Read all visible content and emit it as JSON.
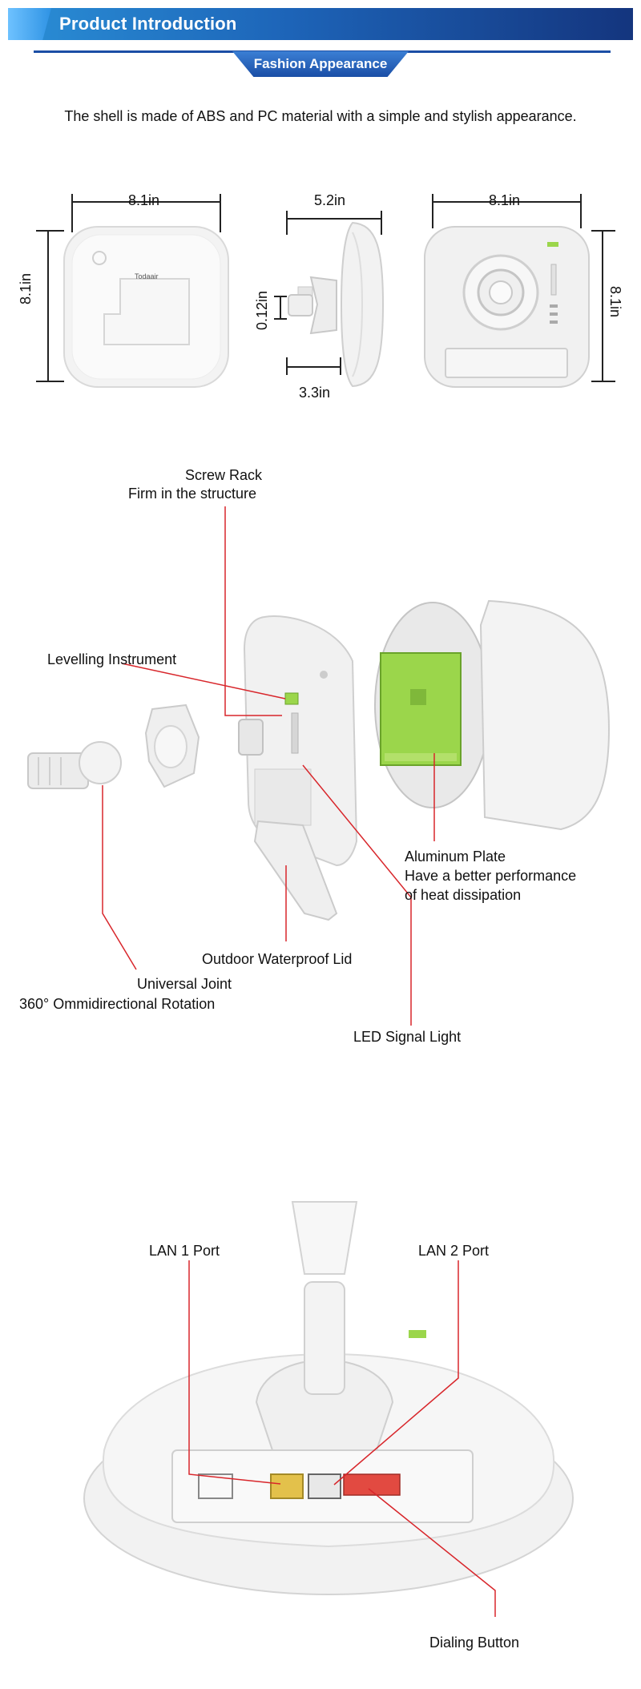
{
  "header": {
    "title": "Product Introduction",
    "subtitle": "Fashion Appearance"
  },
  "intro_text": "The shell is made of ABS and PC material with a simple and stylish appearance.",
  "dimensions": {
    "front_width": "8.1in",
    "front_height": "8.1in",
    "side_depth": "5.2in",
    "side_mount_height": "0.12in",
    "side_mount_width": "3.3in",
    "back_width": "8.1in",
    "back_height": "8.1in",
    "brand_logo": "Todaair"
  },
  "exploded_view": {
    "screw_rack_title": "Screw Rack",
    "screw_rack_desc": "Firm in the structure",
    "levelling": "Levelling Instrument",
    "aluminum_title": "Aluminum Plate",
    "aluminum_desc1": "Have a better performance",
    "aluminum_desc2": "of heat dissipation",
    "lid": "Outdoor Waterproof Lid",
    "joint_title": "Universal Joint",
    "joint_desc": "360° Ommidirectional Rotation",
    "led": "LED Signal Light"
  },
  "ports_view": {
    "lan1": "LAN 1 Port",
    "lan2": "LAN 2 Port",
    "dialing": "Dialing Button"
  },
  "colors": {
    "accent_blue": "#1b4ea5",
    "callout_red": "#d8262b",
    "board_green": "#9bd64b"
  }
}
